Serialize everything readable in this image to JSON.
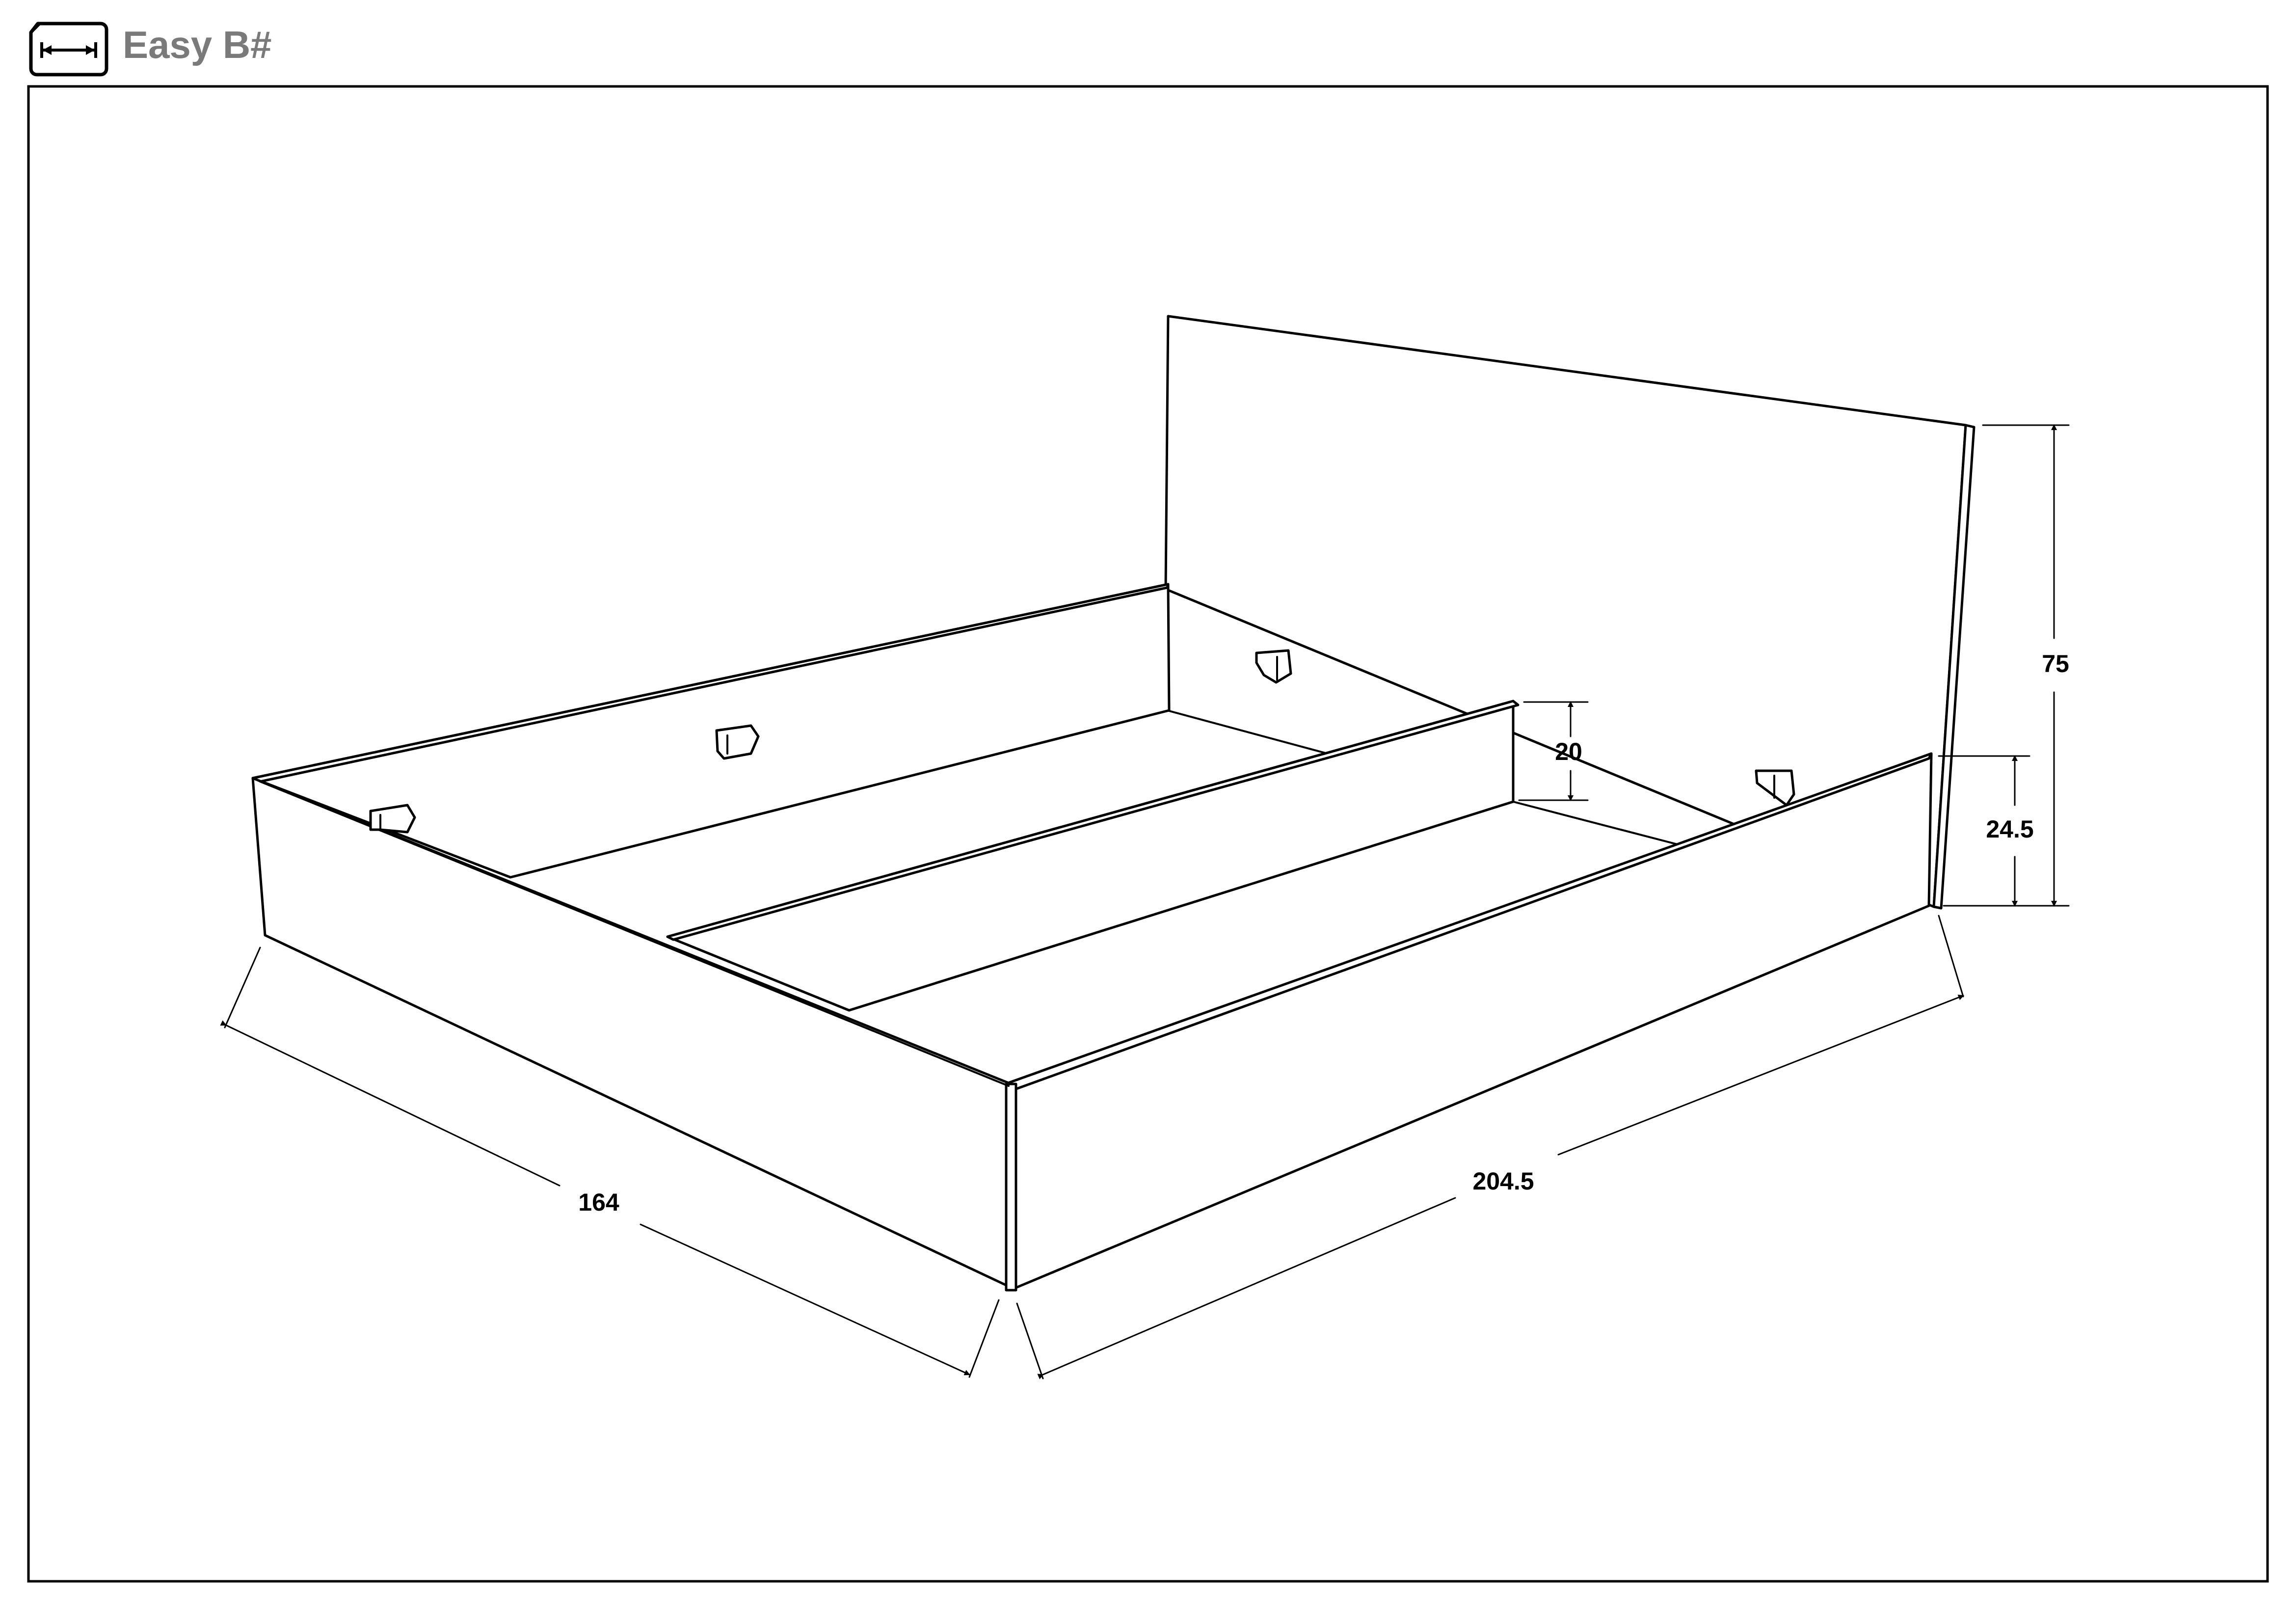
{
  "header": {
    "title": "Easy B#",
    "icon": "dimensions-icon"
  },
  "diagram": {
    "subject": "bed-frame-with-headboard",
    "dimensions": {
      "width": "164",
      "length": "204.5",
      "headboard_height": "75",
      "frame_height": "24.5",
      "center_rail_height": "20"
    }
  }
}
